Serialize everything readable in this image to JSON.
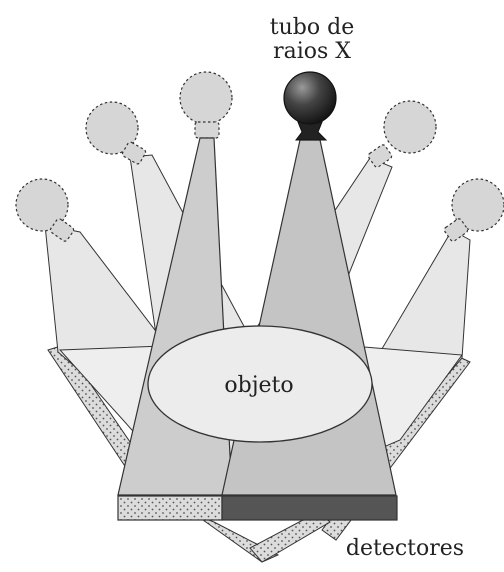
{
  "labels": {
    "tube": [
      "tubo de",
      "raios X"
    ],
    "object": "objeto",
    "detectors": "detectores"
  },
  "colors": {
    "beam_active": "#cfcfcf",
    "beam_ghost": "#e9e9e9",
    "tube_ghost": "#d8d8d8",
    "tube_active": "#3a3a3a",
    "detector_dark": "#555555",
    "detector_light": "#d9d9d9",
    "outline": "#333333"
  }
}
